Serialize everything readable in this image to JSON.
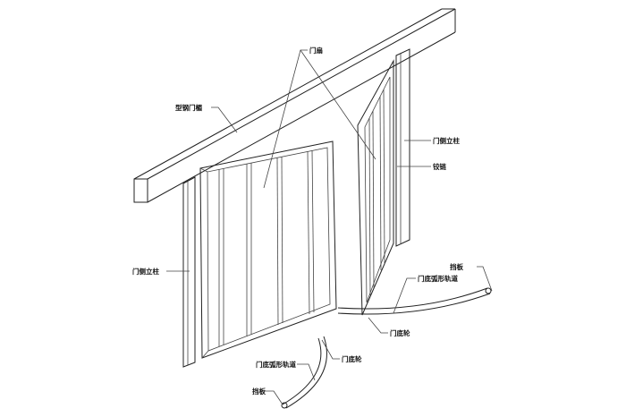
{
  "labels": {
    "lintel": "型钢门楣",
    "door_leaf": "门扇",
    "side_post_right": "门侧立柱",
    "hinge": "铰链",
    "stop_plate_right": "挡板",
    "arc_track_right": "门底弧形轨道",
    "bottom_wheel_right": "门底轮",
    "side_post_left": "门侧立柱",
    "bottom_wheel_left": "门底轮",
    "arc_track_left": "门底弧形轨道",
    "stop_plate_left": "挡板"
  }
}
